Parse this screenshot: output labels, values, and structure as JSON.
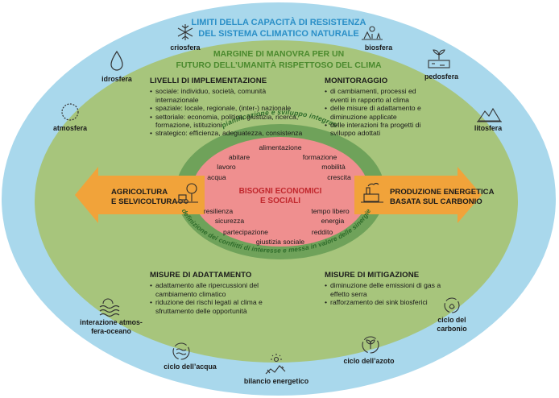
{
  "outer_title": [
    "LIMITI DELLA CAPACITÀ DI RESISTENZA",
    "DEL SISTEMA CLIMATICO NATURALE"
  ],
  "inner_title": [
    "MARGINE DI MANOVRA PER UN",
    "FUTURO DELL’UMANITÀ RISPETTOSO DEL CLIMA"
  ],
  "core_title": [
    "BISOGNI ECONOMICI",
    "E SOCIALI"
  ],
  "ring_top_text": "pianificazione e sviluppo integrati",
  "ring_bottom_text": "definizione dei conflitti di interesse e messa in valore delle sinergie",
  "needs": [
    "alimentazione",
    "abitare",
    "formazione",
    "lavoro",
    "mobilità",
    "acqua",
    "crescita",
    "resilienza",
    "tempo libero",
    "sicurezza",
    "energia",
    "partecipazione",
    "reddito",
    "giustizia sociale"
  ],
  "left_arrow": [
    "AGRICOLTURA",
    "E SELVICOLTURA"
  ],
  "right_arrow": [
    "PRODUZIONE ENERGETICA",
    "BASATA SUL CARBONIO"
  ],
  "blocks": {
    "implementazione": {
      "title": "LIVELLI DI IMPLEMENTAZIONE",
      "items": [
        "sociale: individuo, società, comunità internazionale",
        "spaziale: locale, regionale, (inter-) nazionale",
        "settoriale: economia, politica, giustizia, ricerca, formazione, istituzioni",
        "strategico: efficienza, adeguatezza, consistenza"
      ]
    },
    "monitoraggio": {
      "title": "MONITORAGGIO",
      "items": [
        "di cambiamenti, processi ed eventi in rapporto al clima",
        "delle misure di adattamento e diminuzione applicate",
        "delle interazioni fra progetti di sviluppo adottati"
      ]
    },
    "adattamento": {
      "title": "MISURE DI ADATTAMENTO",
      "items": [
        "adattamento alle ripercussioni del cambiamento climatico",
        "riduzione dei rischi legati al clima e sfruttamento delle opportunità"
      ]
    },
    "mitigazione": {
      "title": "MISURE DI MITIGAZIONE",
      "items": [
        "diminuzione delle emissioni di gas a effetto serra",
        "rafforzamento dei sink biosferici"
      ]
    }
  },
  "spheres": [
    {
      "id": "criosfera",
      "label": "criosfera",
      "icon": "snowflake-icon"
    },
    {
      "id": "biosfera",
      "label": "biosfera",
      "icon": "biosphere-icon"
    },
    {
      "id": "idrosfera",
      "label": "idrosfera",
      "icon": "water-drop-icon"
    },
    {
      "id": "pedosfera",
      "label": "pedosfera",
      "icon": "soil-sprout-icon"
    },
    {
      "id": "atmosfera",
      "label": "atmosfera",
      "icon": "atmosphere-circle-icon"
    },
    {
      "id": "litosfera",
      "label": "litosfera",
      "icon": "mountain-icon"
    },
    {
      "id": "interazione",
      "label": [
        "interazione atmos-",
        "fera-oceano"
      ],
      "icon": "waves-sun-icon"
    },
    {
      "id": "carbonio",
      "label": [
        "ciclo del",
        "carbonio"
      ],
      "icon": "carbon-cycle-icon"
    },
    {
      "id": "acqua",
      "label": "ciclo dell’acqua",
      "icon": "water-cycle-icon"
    },
    {
      "id": "azoto",
      "label": "ciclo dell’azoto",
      "icon": "nitrogen-cycle-icon"
    },
    {
      "id": "bilancio",
      "label": "bilancio energetico",
      "icon": "energy-balance-icon"
    }
  ],
  "colors": {
    "outer": "#a9d8ec",
    "green": "#a7c57c",
    "ring": "#6fa25a",
    "core": "#ef8f8f",
    "arrow": "#f1a33a",
    "title_blue": "#2a8fc7",
    "title_green": "#4b8a2e",
    "core_text": "#c1272d",
    "ring_text": "#2e6b2a"
  }
}
